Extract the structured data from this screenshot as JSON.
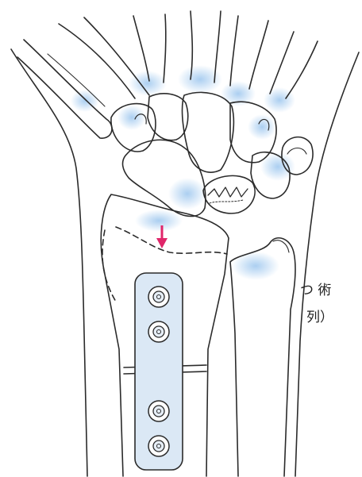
{
  "caption": {
    "line1": "つ 術",
    "line2": "列）"
  },
  "colors": {
    "line": "#2b2b2b",
    "highlight": "#a9cdee",
    "plate_fill": "#dbe8f5",
    "arrow": "#e0266a"
  },
  "icons": [
    "arrow-down-icon",
    "screw-icon"
  ],
  "plate": {
    "screw_count": 4
  }
}
